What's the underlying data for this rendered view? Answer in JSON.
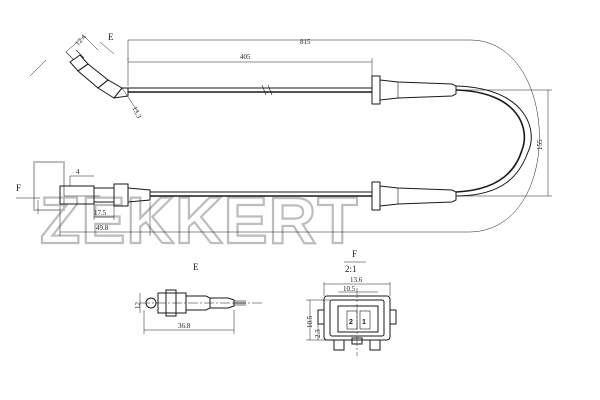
{
  "watermark": {
    "text": "ZEKKERT",
    "color": "#bdbdbd"
  },
  "main_view": {
    "dimensions": {
      "overall_length": "815",
      "cable_length": "405",
      "bend_height": "155",
      "sensor_body_length": "49.8",
      "sensor_shoulder": "17.5",
      "sensor_width": "4",
      "angled_length": "13.3",
      "angled_width": "12.4"
    },
    "view_marks": {
      "left": "F",
      "top": "E"
    }
  },
  "view_e": {
    "title": "E",
    "dimensions": {
      "length": "36.8",
      "height": "12"
    }
  },
  "view_f": {
    "title": "F",
    "scale": "2:1",
    "dimensions": {
      "outer_width": "13.6",
      "inner_width": "10.5",
      "height": "10.5",
      "pin_offset": "2.3"
    },
    "pins": [
      "2",
      "1"
    ]
  }
}
